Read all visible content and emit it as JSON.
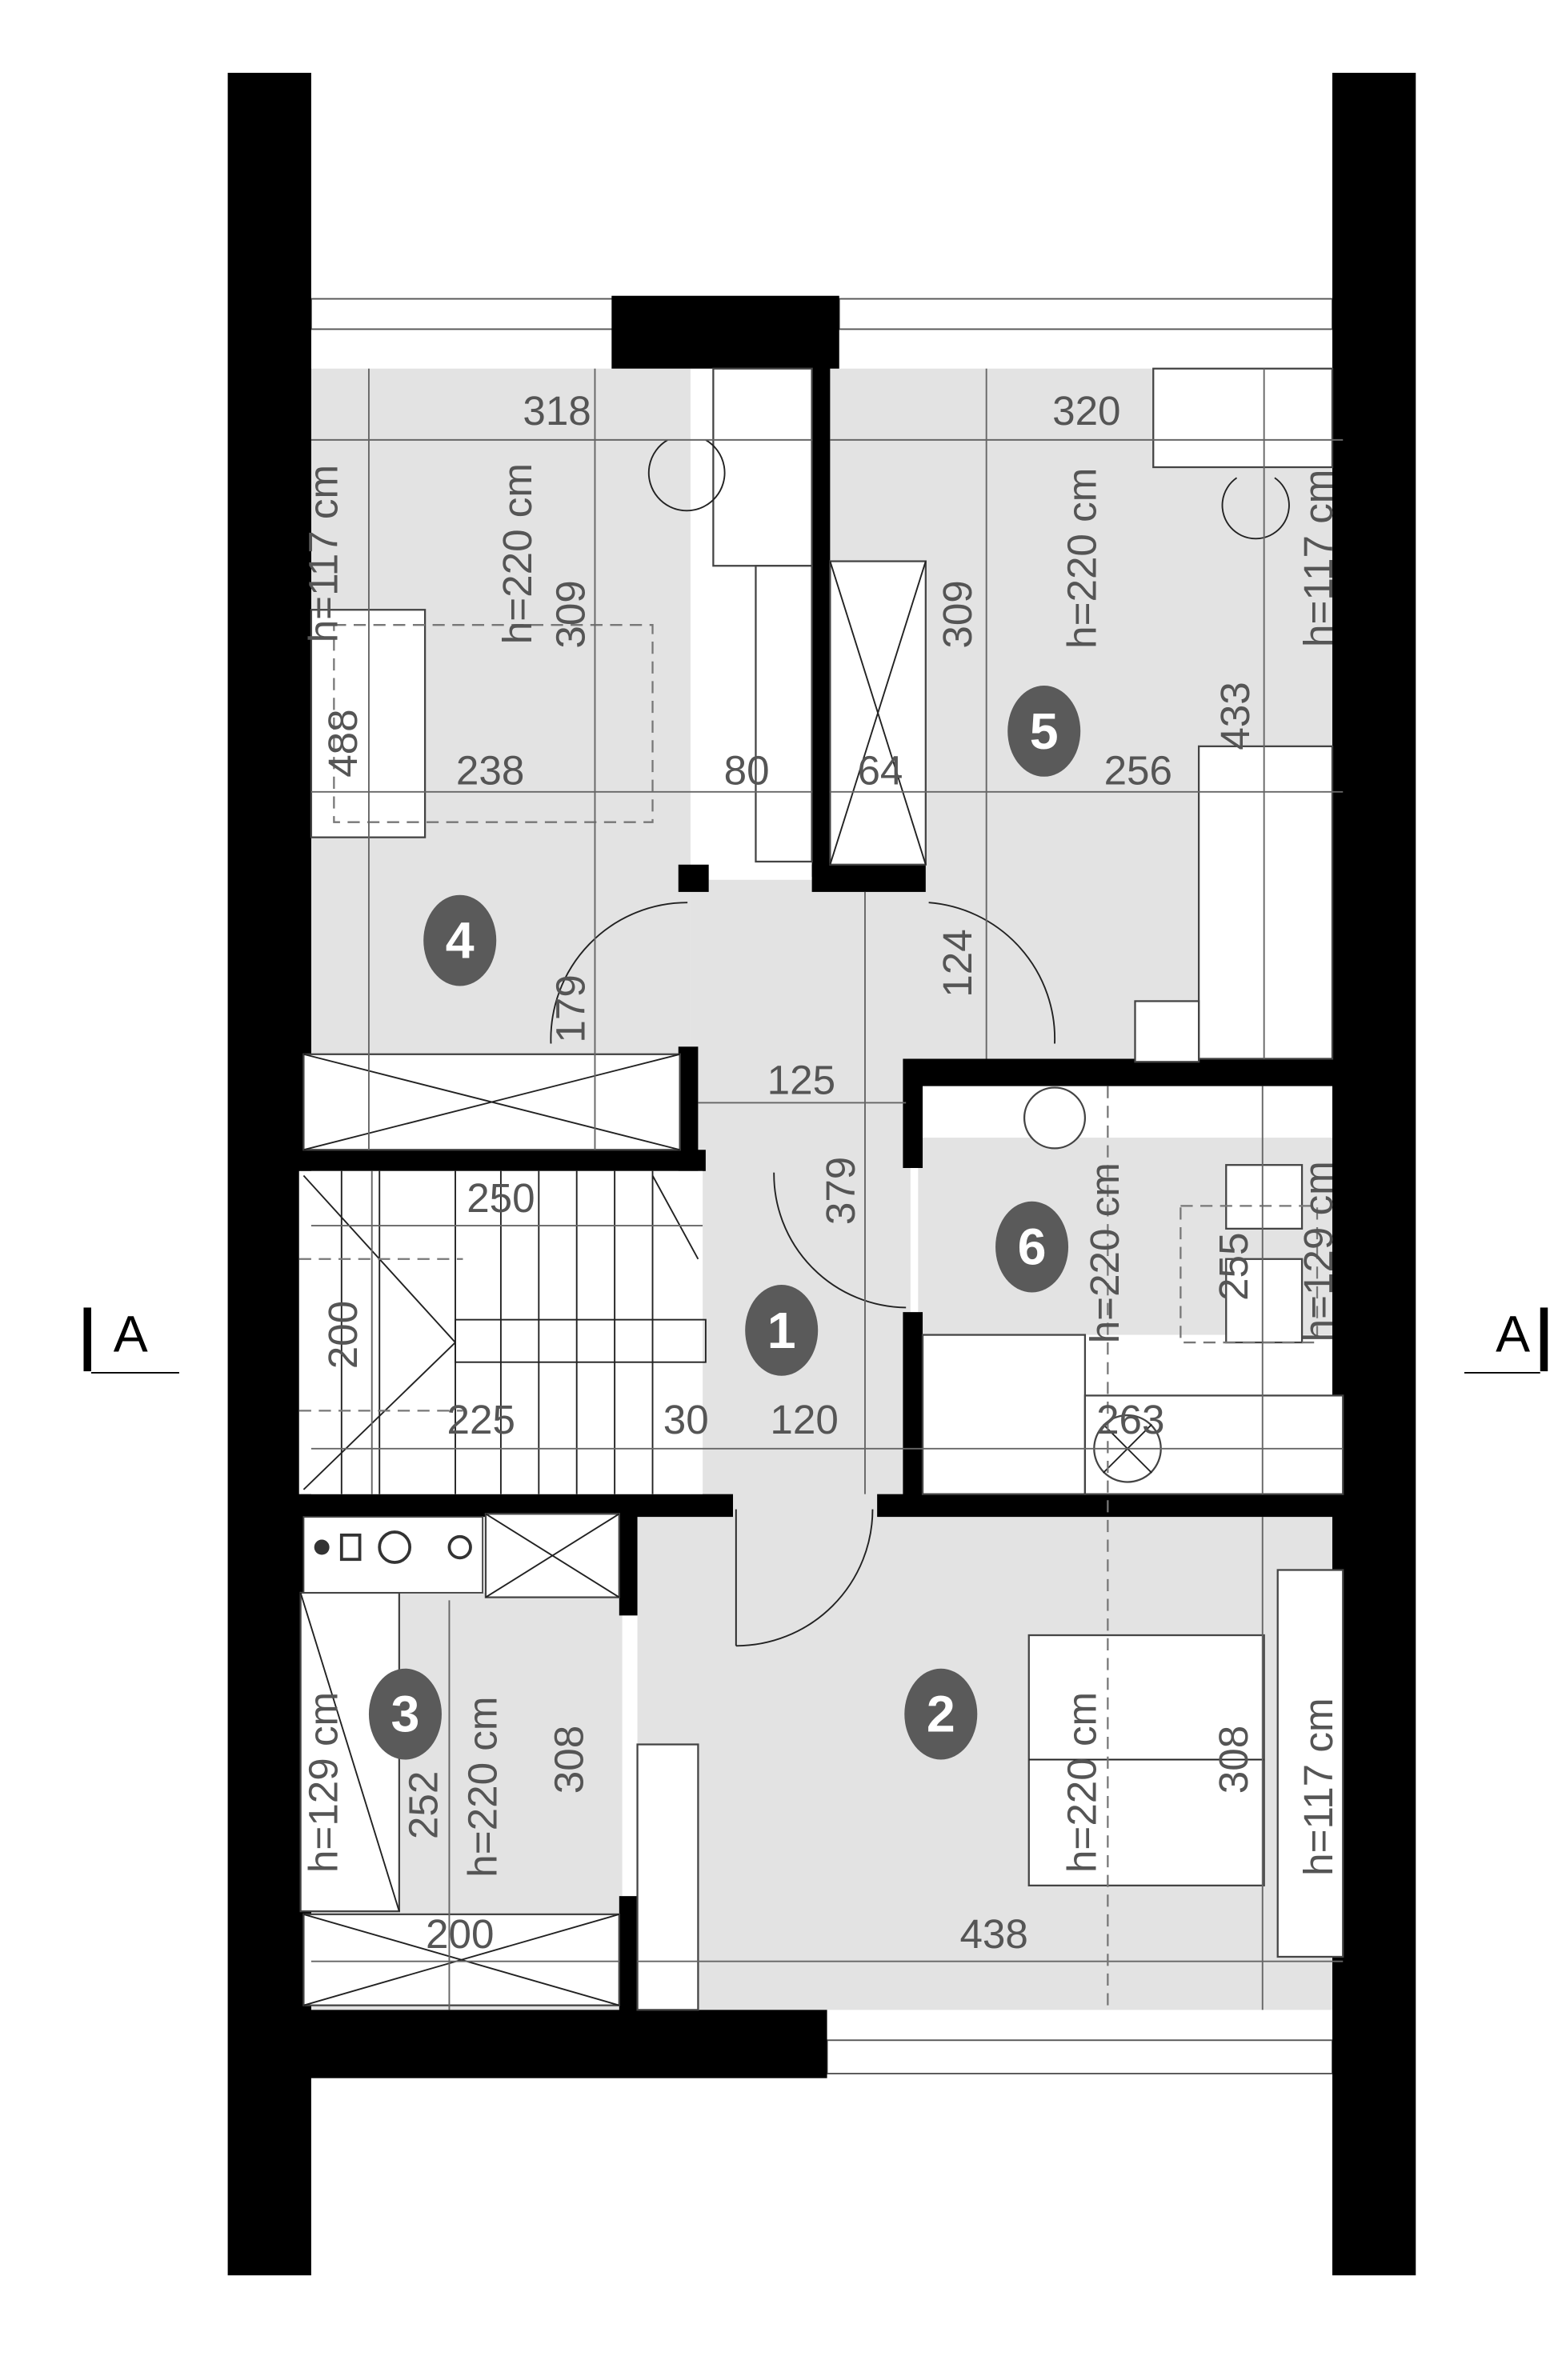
{
  "rooms": [
    "1",
    "2",
    "3",
    "4",
    "5",
    "6"
  ],
  "section_marks": {
    "left": "A",
    "right": "A"
  },
  "dims": {
    "r4_width": "318",
    "r5_width": "320",
    "r4_h117": "h=117 cm",
    "r4_h220": "h=220 cm",
    "r4_309": "309",
    "r4_488": "488",
    "r4_238": "238",
    "r4_80": "80",
    "r5_64": "64",
    "r5_256": "256",
    "r5_309": "309",
    "r5_h220": "h=220 cm",
    "r5_h117": "h=117 cm",
    "r5_433": "433",
    "r4_179": "179",
    "r5_124": "124",
    "hall_125": "125",
    "hall_379": "379",
    "stair_250": "250",
    "stair_200": "200",
    "stair_225": "225",
    "stair_30": "30",
    "hall_120": "120",
    "r6_h220": "h=220 cm",
    "r6_255": "255",
    "r6_h129": "h=129 cm",
    "r6_263": "263",
    "r3_h129": "h=129 cm",
    "r3_252": "252",
    "r3_h220": "h=220 cm",
    "r3_308": "308",
    "r2_h220": "h=220 cm",
    "r2_308": "308",
    "r2_h117": "h=117 cm",
    "r3_200": "200",
    "r2_438": "438"
  },
  "colors": {
    "wall": "#000000",
    "floor": "#e3e3e3",
    "badge": "#5a5a5a",
    "dim_text": "#555555"
  }
}
